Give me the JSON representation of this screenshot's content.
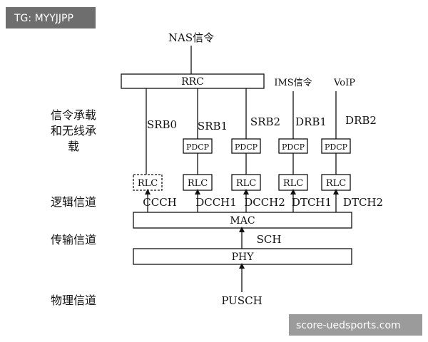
{
  "watermarks": {
    "top_left": "TG: MYYJJPP",
    "bottom_right": "score-uedsports.com"
  },
  "nas_label": "NAS信令",
  "ims_label": "IMS信令",
  "voip_label": "VoIP",
  "rrc_label": "RRC",
  "bearers": {
    "srb0": "SRB0",
    "srb1": "SRB1",
    "srb2": "SRB2",
    "drb1": "DRB1",
    "drb2": "DRB2"
  },
  "pdcp_label": "PDCP",
  "rlc_label": "RLC",
  "logical_channels": {
    "ccch": "CCCH",
    "dcch1": "DCCH1",
    "dcch2": "DCCH2",
    "dtch1": "DTCH1",
    "dtch2": "DTCH2"
  },
  "mac_label": "MAC",
  "transport_channel": "SCH",
  "phy_label": "PHY",
  "physical_channel": "PUSCH",
  "left_labels": {
    "bearer_line1": "信令承载",
    "bearer_line2": "和无线承",
    "bearer_line3": "载",
    "logical": "逻辑信道",
    "transport": "传输信道",
    "physical": "物理信道"
  }
}
